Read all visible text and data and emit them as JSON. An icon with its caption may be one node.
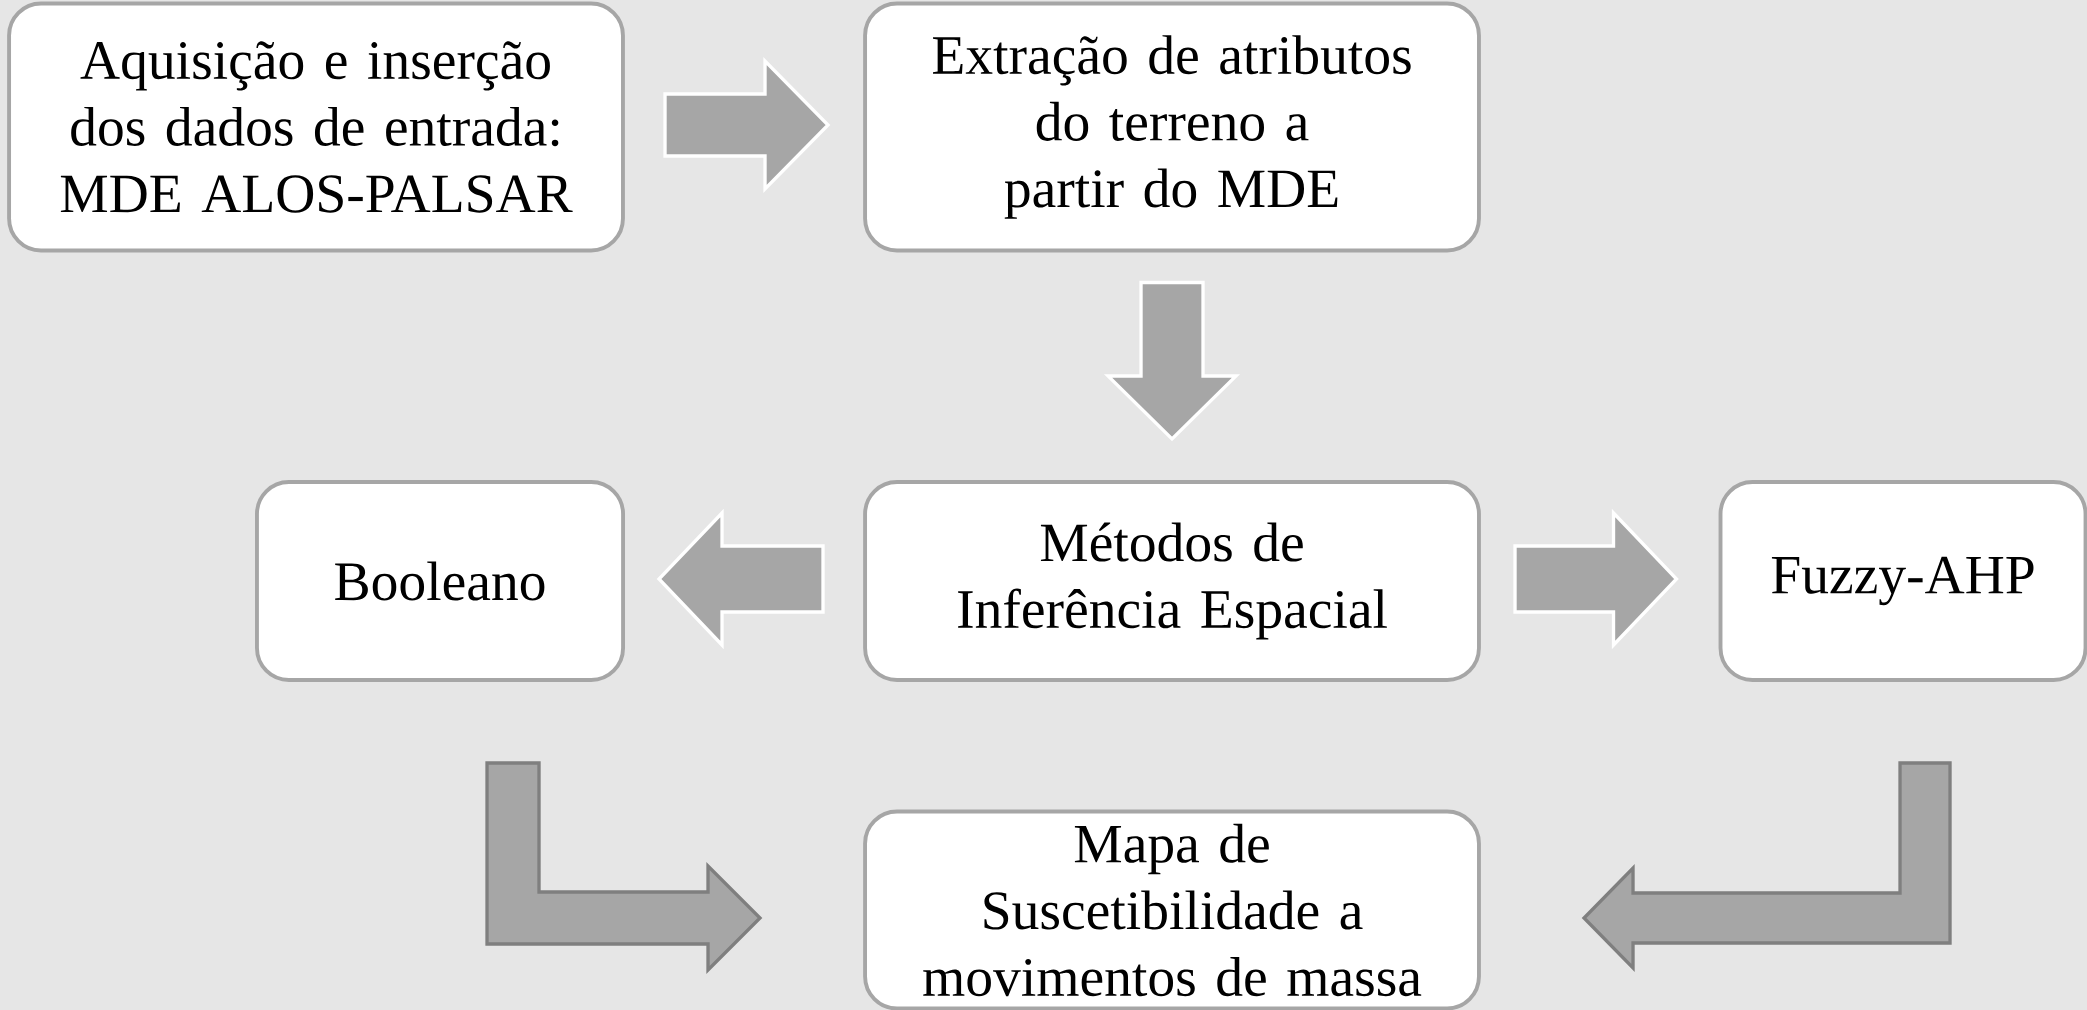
{
  "diagram": {
    "nodes": [
      {
        "text": [
          "Aquisição e inserção dos dados de entrada: MDE ALOS-PALSAR"
        ]
      },
      {
        "text": [
          "Extração de atributos do terreno a partir do MDE"
        ]
      },
      {
        "text": [
          "Booleano"
        ]
      },
      {
        "text": [
          "Métodos de Inferência Espacial"
        ]
      },
      {
        "text": [
          "Fuzzy-AHP"
        ]
      },
      {
        "text": [
          "Mapa de Suscetibilidade a movimentos de massa"
        ]
      }
    ],
    "edges": [
      {
        "from": 0,
        "to": 1,
        "arrow": "to"
      },
      {
        "from": 1,
        "to": 3,
        "arrow": "to"
      },
      {
        "from": 3,
        "to": 2,
        "arrow": "to"
      },
      {
        "from": 3,
        "to": 4,
        "arrow": "to"
      },
      {
        "from": 2,
        "to": 5,
        "arrow": "to"
      },
      {
        "from": 4,
        "to": 5,
        "arrow": "to"
      }
    ]
  }
}
